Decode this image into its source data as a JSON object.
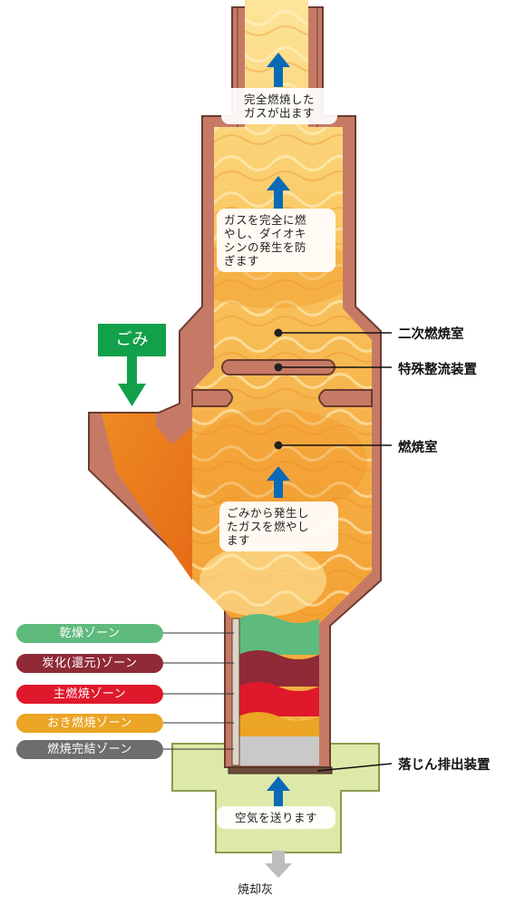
{
  "callouts": {
    "top": "完全燃焼した\nガスが出ます",
    "secondary": "ガスを完全に燃\nやし、ダイオキ\nシンの発生を防\nぎます",
    "primary": "ごみから発生し\nたガスを燃やし\nます",
    "air": "空気を送ります"
  },
  "labels": {
    "secondary_chamber": "二次燃焼室",
    "flow_device": "特殊整流装置",
    "combustion_chamber": "燃焼室",
    "ash_device": "落じん排出装置"
  },
  "gomi": "ごみ",
  "ash": "焼却灰",
  "zones": [
    {
      "label": "乾燥ゾーン",
      "color": "#5fba7d"
    },
    {
      "label": "炭化(還元)ゾーン",
      "color": "#8f2a36"
    },
    {
      "label": "主燃焼ゾーン",
      "color": "#e0182c"
    },
    {
      "label": "おき燃焼ゾーン",
      "color": "#eba424"
    },
    {
      "label": "燃焼完結ゾーン",
      "color": "#6d6d70"
    }
  ],
  "colors": {
    "wall": "#c67a66",
    "wall_outline": "#6b3c30",
    "flame_light": "#fde89a",
    "flame_mid": "#f6b43c",
    "flame_dark": "#ea7a1a",
    "arrow_blue": "#0a6ab6",
    "gomi_green": "#12a04a",
    "base_green": "#dde9a9"
  }
}
